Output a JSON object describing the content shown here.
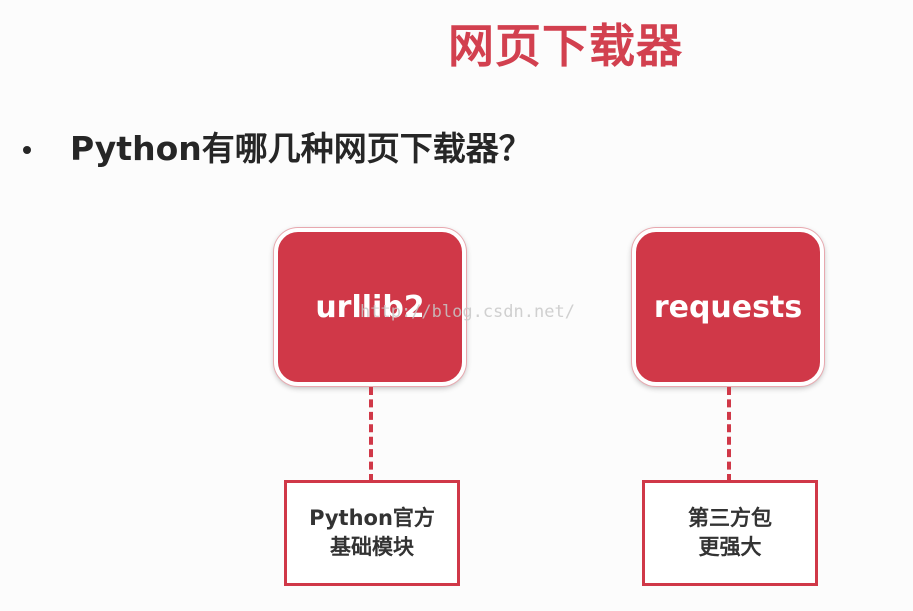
{
  "slide": {
    "title": "网页下载器",
    "bullet": "Python有哪几种网页下载器？"
  },
  "downloaders": [
    {
      "name": "urllib2",
      "description_lines": [
        "Python官方",
        "基础模块"
      ]
    },
    {
      "name": "requests",
      "description_lines": [
        "第三方包",
        "更强大"
      ]
    }
  ],
  "watermark": "http://blog.csdn.net/",
  "colors": {
    "accent": "#d03848",
    "title": "#d2404f",
    "text": "#262626"
  }
}
